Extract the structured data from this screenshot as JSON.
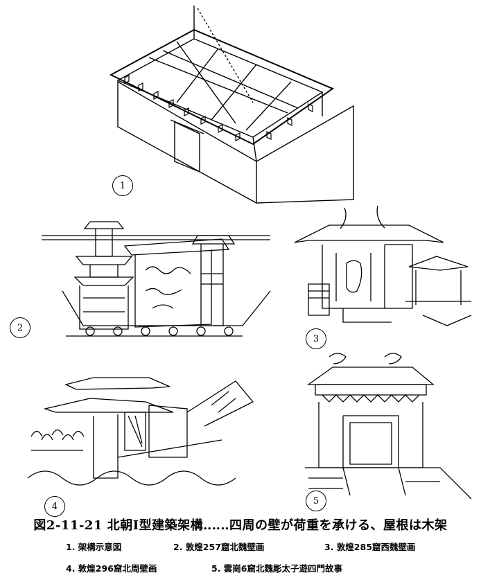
{
  "caption": "図2-11-21 北朝Ⅰ型建築架構‥‥‥四周の壁が荷重を承ける、屋根は木架",
  "panels": [
    {
      "number": "1",
      "label": "1. 架構示意図"
    },
    {
      "number": "2",
      "label": "2. 敦煌257窟北魏壁画"
    },
    {
      "number": "3",
      "label": "3. 敦煌285窟西魏壁画"
    },
    {
      "number": "4",
      "label": "4. 敦煌296窟北周壁画"
    },
    {
      "number": "5",
      "label": "5. 雲崗6窟北魏彫太子遊四門故事"
    }
  ]
}
